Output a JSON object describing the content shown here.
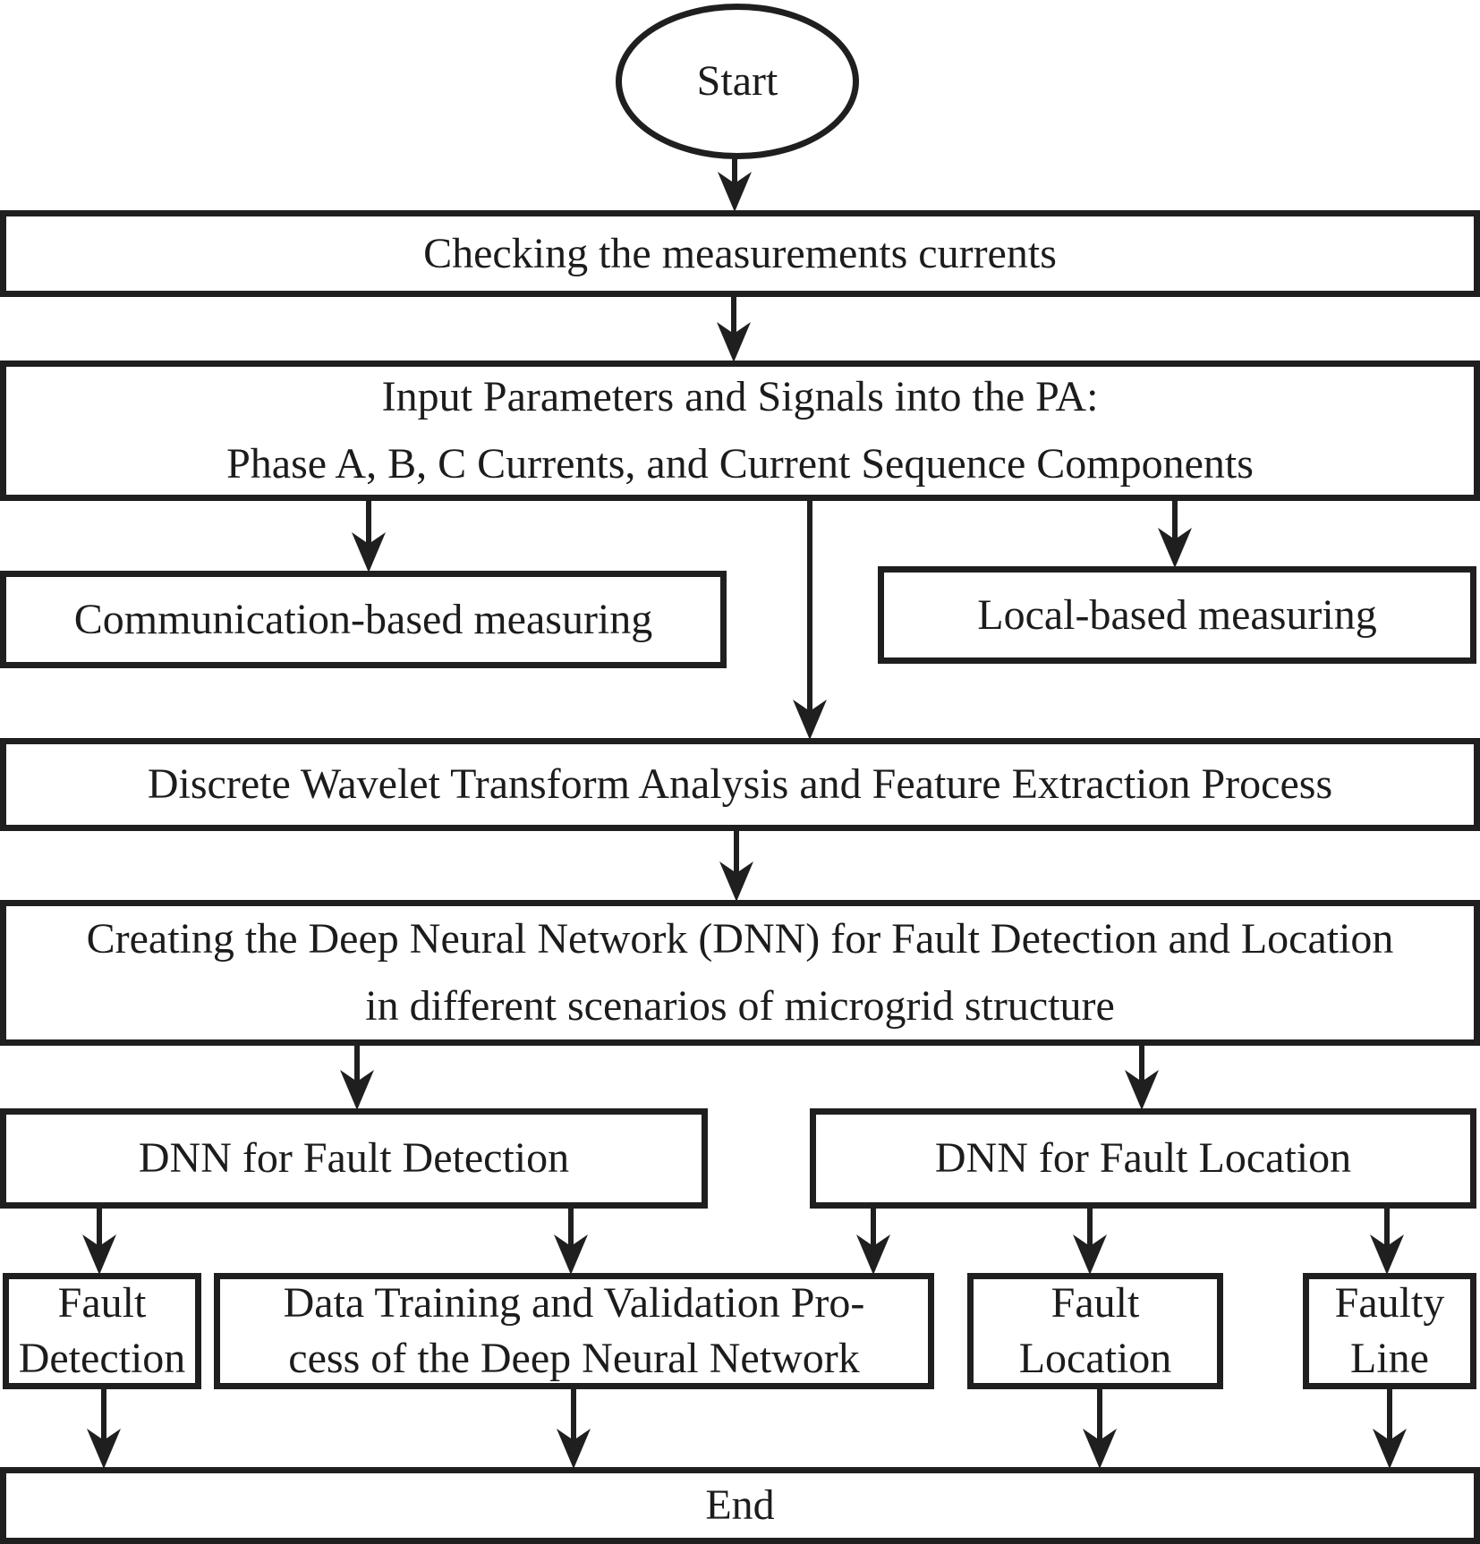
{
  "colors": {
    "ink": "#1f1f1f",
    "paper": "#ffffff"
  },
  "nodes": {
    "start": {
      "label": "Start"
    },
    "checking": {
      "label": "Checking the measurements currents"
    },
    "input": {
      "line1": "Input Parameters and Signals into the PA:",
      "line2": "Phase A, B, C Currents, and Current Sequence Components"
    },
    "comm_measuring": {
      "label": "Communication-based measuring"
    },
    "local_measuring": {
      "label": "Local-based measuring"
    },
    "dwt": {
      "label": "Discrete Wavelet Transform Analysis and Feature Extraction Process"
    },
    "create_dnn": {
      "line1": "Creating the Deep Neural Network (DNN) for Fault Detection and Location",
      "line2": "in different scenarios of microgrid structure"
    },
    "dnn_detection": {
      "label": "DNN for Fault Detection"
    },
    "dnn_location": {
      "label": "DNN for Fault Location"
    },
    "fault_detection": {
      "line1": "Fault",
      "line2": "Detection"
    },
    "training": {
      "line1": "Data Training and Validation Pro-",
      "line2": "cess of the Deep Neural Network"
    },
    "fault_location": {
      "line1": "Fault",
      "line2": "Location"
    },
    "faulty_line": {
      "line1": "Faulty",
      "line2": "Line"
    },
    "end": {
      "label": "End"
    }
  }
}
